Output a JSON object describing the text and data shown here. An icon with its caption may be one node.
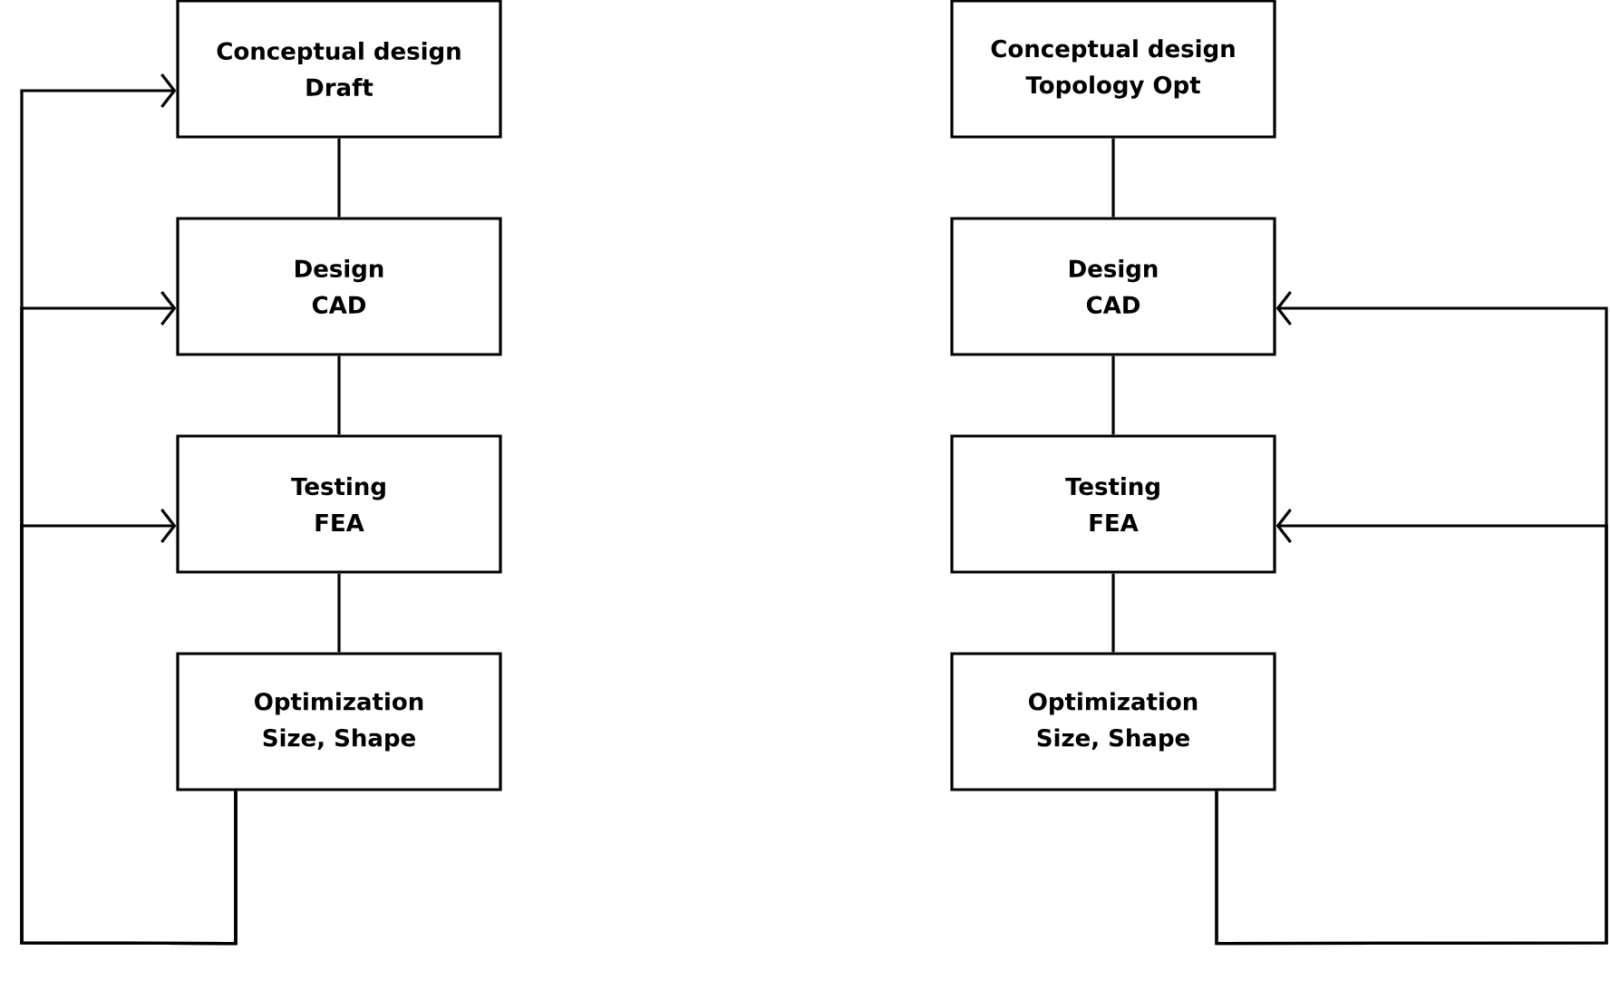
{
  "diagram": {
    "nodes": [
      {
        "text": [
          "Conceptual design",
          "Draft"
        ]
      },
      {
        "text": [
          "Design",
          "CAD"
        ]
      },
      {
        "text": [
          "Testing",
          "FEA"
        ]
      },
      {
        "text": [
          "Optimization",
          "Size, Shape"
        ]
      },
      {
        "text": [
          "Conceptual design",
          "Topology Opt"
        ]
      },
      {
        "text": [
          "Design",
          "CAD"
        ]
      },
      {
        "text": [
          "Testing",
          "FEA"
        ]
      },
      {
        "text": [
          "Optimization",
          "Size, Shape"
        ]
      }
    ],
    "edges": [
      {
        "from": 0,
        "to": 1,
        "arrow": "none"
      },
      {
        "from": 1,
        "to": 2,
        "arrow": "none"
      },
      {
        "from": 2,
        "to": 3,
        "arrow": "none"
      },
      {
        "from": 3,
        "to": 0,
        "arrow": "to"
      },
      {
        "from": 3,
        "to": 1,
        "arrow": "to"
      },
      {
        "from": 3,
        "to": 2,
        "arrow": "to"
      },
      {
        "from": 4,
        "to": 5,
        "arrow": "none"
      },
      {
        "from": 5,
        "to": 6,
        "arrow": "none"
      },
      {
        "from": 6,
        "to": 7,
        "arrow": "none"
      },
      {
        "from": 7,
        "to": 5,
        "arrow": "to"
      },
      {
        "from": 7,
        "to": 6,
        "arrow": "to"
      }
    ]
  }
}
